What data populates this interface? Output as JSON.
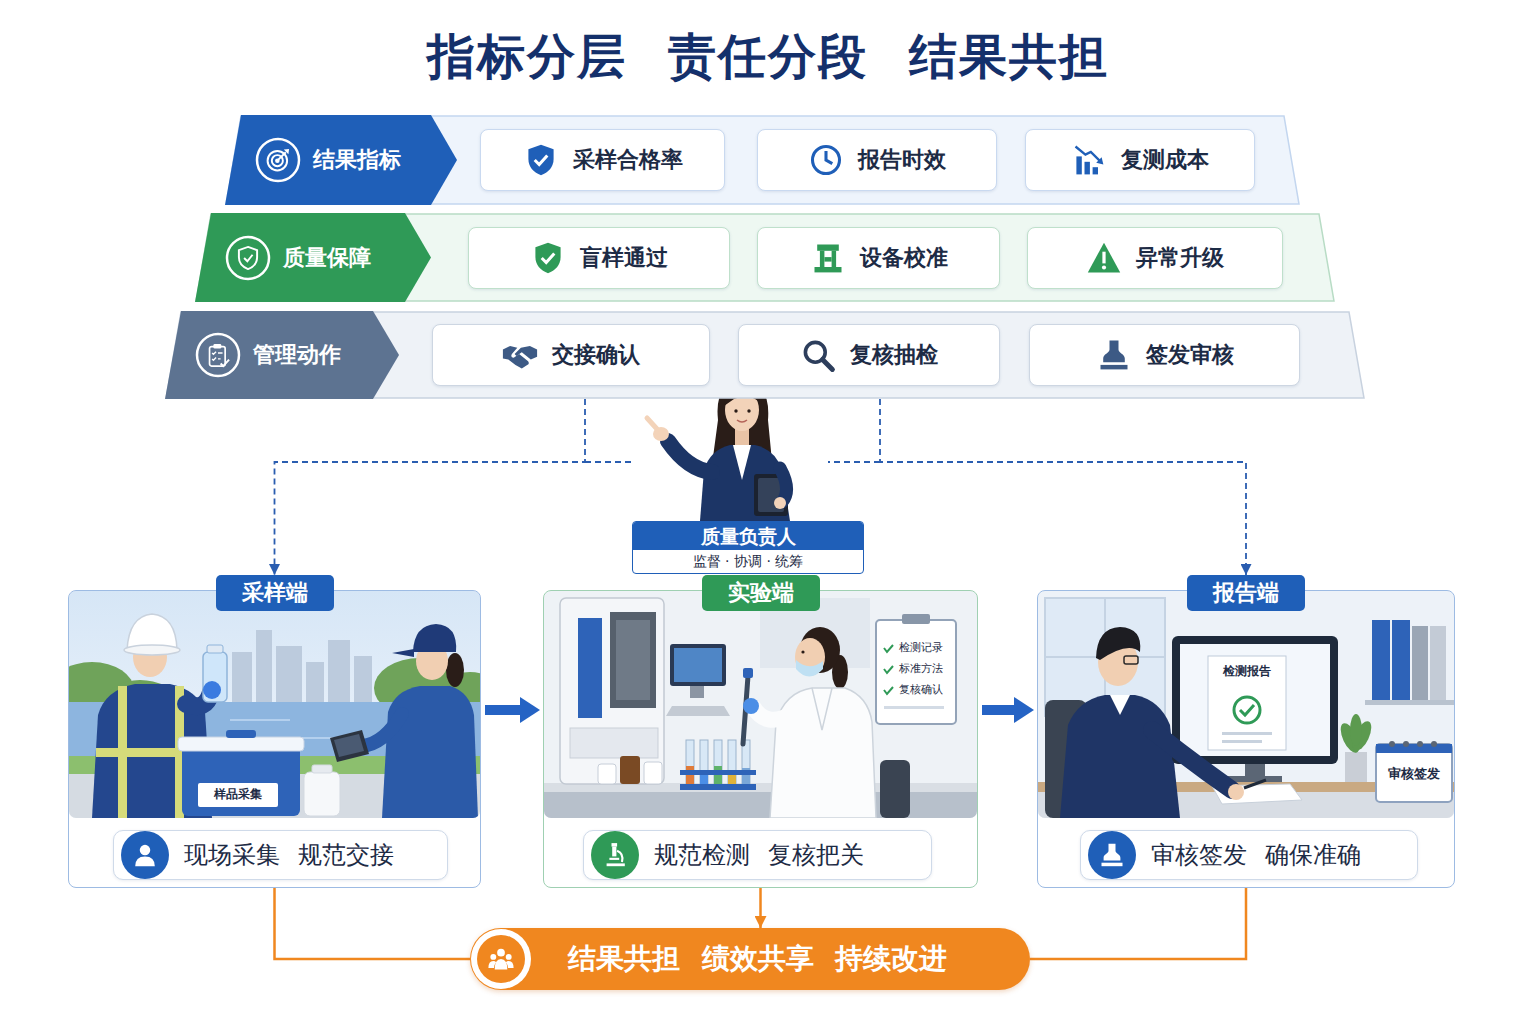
{
  "diagram": {
    "title": "指标分层 责任分段 结果共担",
    "nodes": [
      {
        "text": [
          "结果指标"
        ]
      },
      {
        "text": [
          "采样合格率"
        ],
        "in": 0
      },
      {
        "text": [
          "报告时效"
        ],
        "in": 0
      },
      {
        "text": [
          "复测成本"
        ],
        "in": 0
      },
      {
        "text": [
          "质量保障"
        ]
      },
      {
        "text": [
          "盲样通过"
        ],
        "in": 4
      },
      {
        "text": [
          "设备校准"
        ],
        "in": 4
      },
      {
        "text": [
          "异常升级"
        ],
        "in": 4
      },
      {
        "text": [
          "管理动作"
        ]
      },
      {
        "text": [
          "交接确认"
        ],
        "in": 8
      },
      {
        "text": [
          "复核抽检"
        ],
        "in": 8
      },
      {
        "text": [
          "签发审核"
        ],
        "in": 8
      },
      {
        "text": [
          "质量负责人",
          "监督 · 协调 · 统筹"
        ]
      },
      {
        "text": [
          "采样端"
        ]
      },
      {
        "text": [
          "现场采集 规范交接"
        ],
        "in": 13
      },
      {
        "text": [
          "实验端"
        ]
      },
      {
        "text": [
          "规范检测 复核把关"
        ],
        "in": 15
      },
      {
        "text": [
          "报告端"
        ]
      },
      {
        "text": [
          "审核签发 确保准确"
        ],
        "in": 17
      },
      {
        "text": [
          "结果共担 绩效共享 持续改进"
        ]
      }
    ],
    "edges": [
      {
        "from": 8,
        "to": 13,
        "arrow": "to"
      },
      {
        "from": 8,
        "to": 17,
        "arrow": "to"
      },
      {
        "from": 13,
        "to": 15,
        "arrow": "to"
      },
      {
        "from": 15,
        "to": 17,
        "arrow": "to"
      },
      {
        "from": 13,
        "to": 19,
        "arrow": "none"
      },
      {
        "from": 15,
        "to": 19,
        "arrow": "to"
      },
      {
        "from": 17,
        "to": 19,
        "arrow": "none"
      }
    ],
    "labels": [
      "样品采集",
      "检测记录",
      "标准方法",
      "复核确认",
      "检测报告",
      "审核签发"
    ]
  }
}
